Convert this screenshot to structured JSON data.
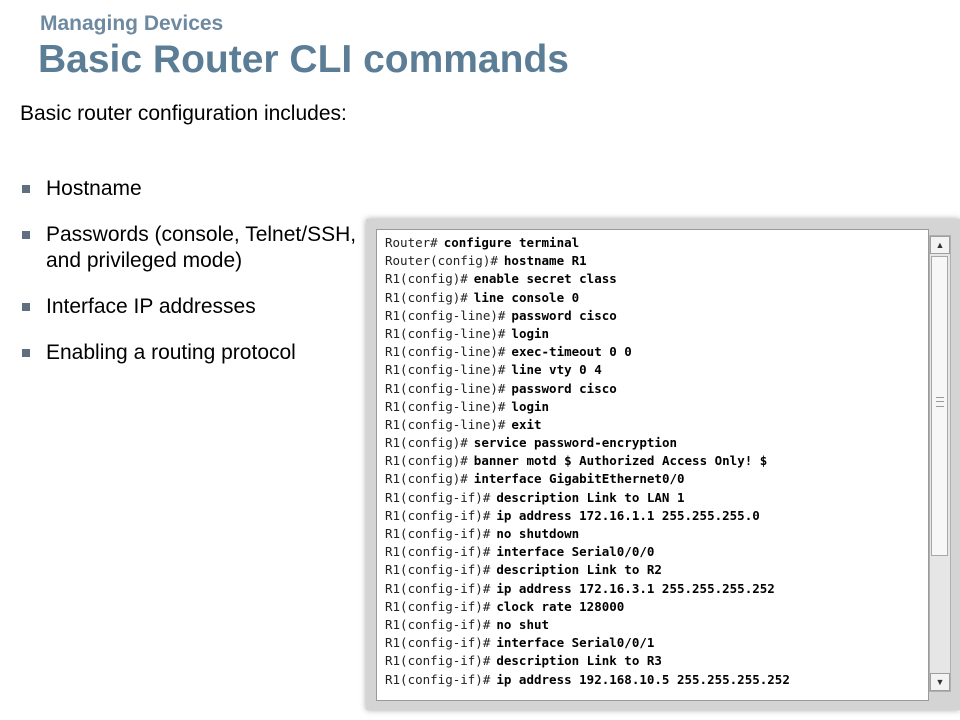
{
  "header": {
    "subtitle": "Managing Devices",
    "title": "Basic Router CLI commands"
  },
  "content": {
    "intro": "Basic router configuration includes:",
    "bullets": [
      "Hostname",
      "Passwords (console, Telnet/SSH, and privileged mode)",
      "Interface IP addresses",
      "Enabling a routing protocol"
    ]
  },
  "terminal": {
    "lines": [
      {
        "prompt": "Router#",
        "cmd": "configure terminal"
      },
      {
        "prompt": "Router(config)#",
        "cmd": "hostname R1"
      },
      {
        "prompt": "R1(config)#",
        "cmd": "enable secret class"
      },
      {
        "prompt": "R1(config)#",
        "cmd": "line console 0"
      },
      {
        "prompt": "R1(config-line)#",
        "cmd": "password cisco"
      },
      {
        "prompt": "R1(config-line)#",
        "cmd": "login"
      },
      {
        "prompt": "R1(config-line)#",
        "cmd": "exec-timeout 0 0"
      },
      {
        "prompt": "R1(config-line)#",
        "cmd": "line vty 0 4"
      },
      {
        "prompt": "R1(config-line)#",
        "cmd": "password cisco"
      },
      {
        "prompt": "R1(config-line)#",
        "cmd": "login"
      },
      {
        "prompt": "R1(config-line)#",
        "cmd": "exit"
      },
      {
        "prompt": "R1(config)#",
        "cmd": "service password-encryption"
      },
      {
        "prompt": "R1(config)#",
        "cmd": "banner motd $ Authorized Access Only! $"
      },
      {
        "prompt": "R1(config)#",
        "cmd": "interface GigabitEthernet0/0"
      },
      {
        "prompt": "R1(config-if)#",
        "cmd": "description Link to LAN 1"
      },
      {
        "prompt": "R1(config-if)#",
        "cmd": "ip address 172.16.1.1 255.255.255.0"
      },
      {
        "prompt": "R1(config-if)#",
        "cmd": "no shutdown"
      },
      {
        "prompt": "R1(config-if)#",
        "cmd": "interface Serial0/0/0"
      },
      {
        "prompt": "R1(config-if)#",
        "cmd": "description Link to R2"
      },
      {
        "prompt": "R1(config-if)#",
        "cmd": "ip address 172.16.3.1 255.255.255.252"
      },
      {
        "prompt": "R1(config-if)#",
        "cmd": "clock rate 128000"
      },
      {
        "prompt": "R1(config-if)#",
        "cmd": "no shut"
      },
      {
        "prompt": "R1(config-if)#",
        "cmd": "interface Serial0/0/1"
      },
      {
        "prompt": "R1(config-if)#",
        "cmd": "description Link to R3"
      },
      {
        "prompt": "R1(config-if)#",
        "cmd": "ip address 192.168.10.5 255.255.255.252"
      }
    ],
    "scroll_up_icon": "triangle-up",
    "scroll_down_icon": "triangle-down"
  }
}
